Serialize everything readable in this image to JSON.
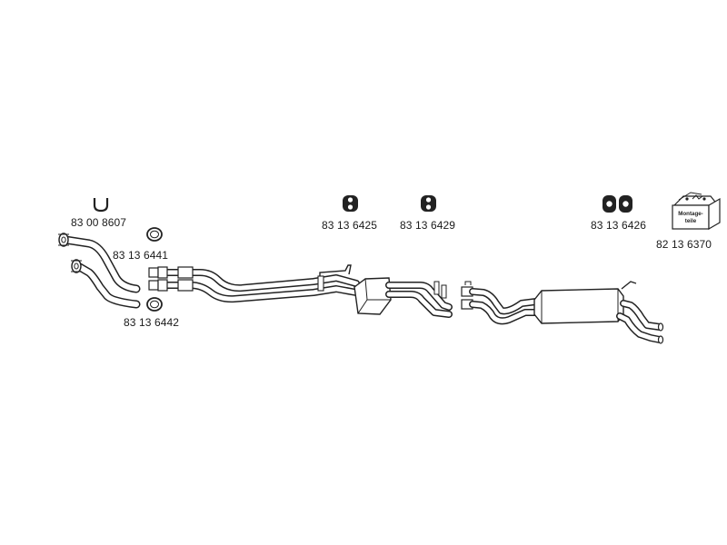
{
  "part_numbers": {
    "u_clamp": "83 00 8607",
    "ring_upper": "83 13 6441",
    "ring_lower": "83 13 6442",
    "hanger_1": "83 13 6425",
    "hanger_2": "83 13 6429",
    "hanger_double": "83 13 6426",
    "mounting_kit": "82 13 6370"
  },
  "mounting_kit_box_text": {
    "line1": "Montage-",
    "line2": "teile"
  },
  "colors": {
    "stroke": "#222222",
    "fill": "#ffffff"
  }
}
